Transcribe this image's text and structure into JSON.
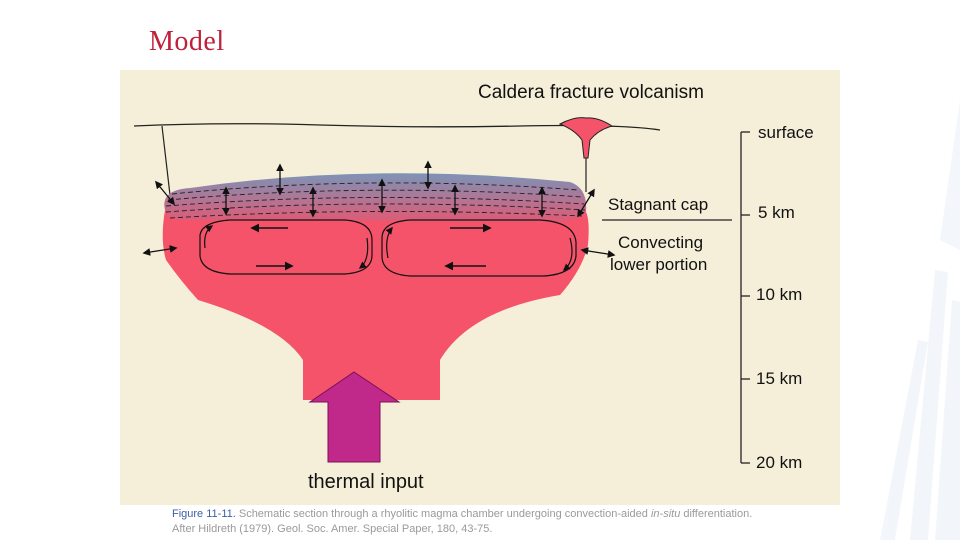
{
  "slide": {
    "title": "Model"
  },
  "figure": {
    "heading": "Caldera fracture volcanism",
    "labels": {
      "stagnant_cap": "Stagnant cap",
      "convecting_1": "Convecting",
      "convecting_2": "lower portion",
      "thermal_input": "thermal input"
    },
    "depth_scale": [
      "surface",
      "5 km",
      "10 km",
      "15 km",
      "20 km"
    ],
    "colors": {
      "magma": "#f4536a",
      "cap_top": "#7b94b8",
      "arrow": "#c0288a",
      "background": "#f5efd9"
    }
  },
  "caption": {
    "figure_label": "Figure 11-11.",
    "text_before_italic": " Schematic section through a rhyolitic magma chamber undergoing convection-aided ",
    "italic": "in-situ",
    "text_after_italic": " differentiation.",
    "line2": "After Hildreth (1979).  Geol. Soc. Amer. Special Paper, 180, 43-75."
  }
}
